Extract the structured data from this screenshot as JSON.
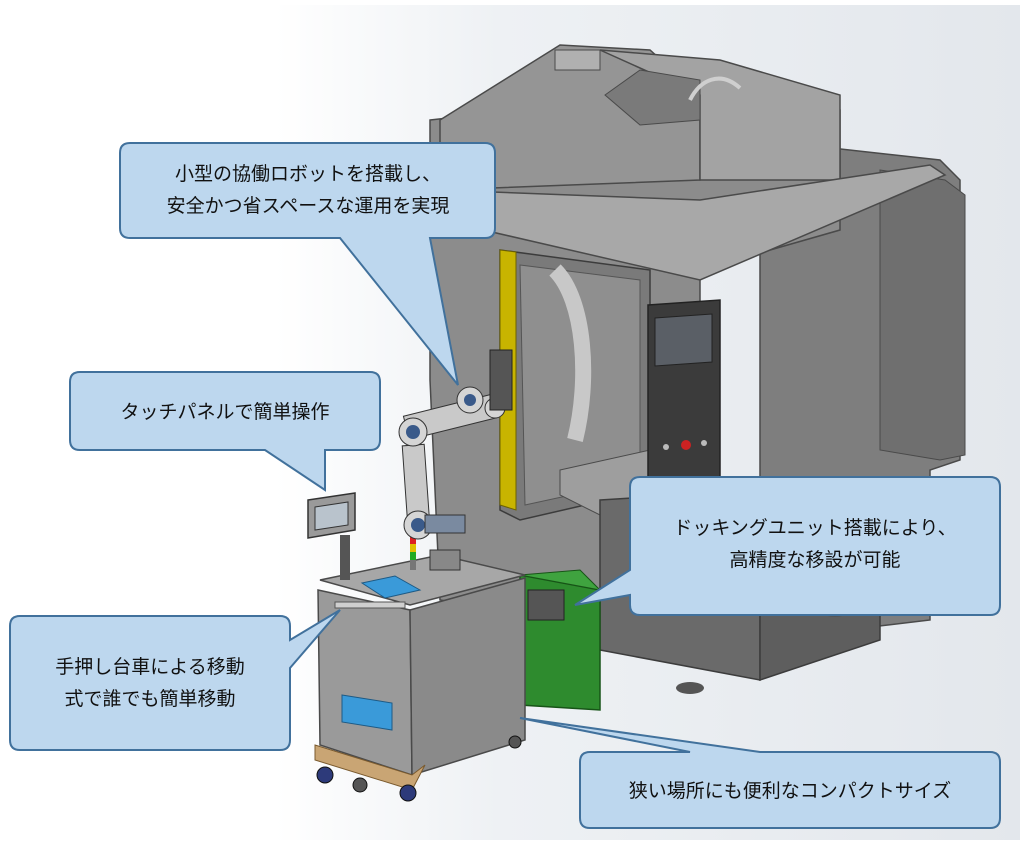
{
  "callouts": {
    "robot": {
      "line1": "小型の協働ロボットを搭載し、",
      "line2": "安全かつ省スペースな運用を実現"
    },
    "touch_panel": {
      "line1": "タッチパネルで簡単操作"
    },
    "docking": {
      "line1": "ドッキングユニット搭載により、",
      "line2": "高精度な移設が可能"
    },
    "cart": {
      "line1": "手押し台車による移動",
      "line2": "式で誰でも簡単移動"
    },
    "compact": {
      "line1": "狭い場所にも便利なコンパクトサイズ"
    }
  },
  "colors": {
    "callout_fill": "#bdd7ee",
    "callout_stroke": "#41719c",
    "machine_body": "#8c8c8c",
    "machine_dark": "#5e5e5e",
    "docking_green": "#2e8b2e",
    "column_yellow": "#c8b400",
    "accent_blue": "#3a9ad9"
  }
}
